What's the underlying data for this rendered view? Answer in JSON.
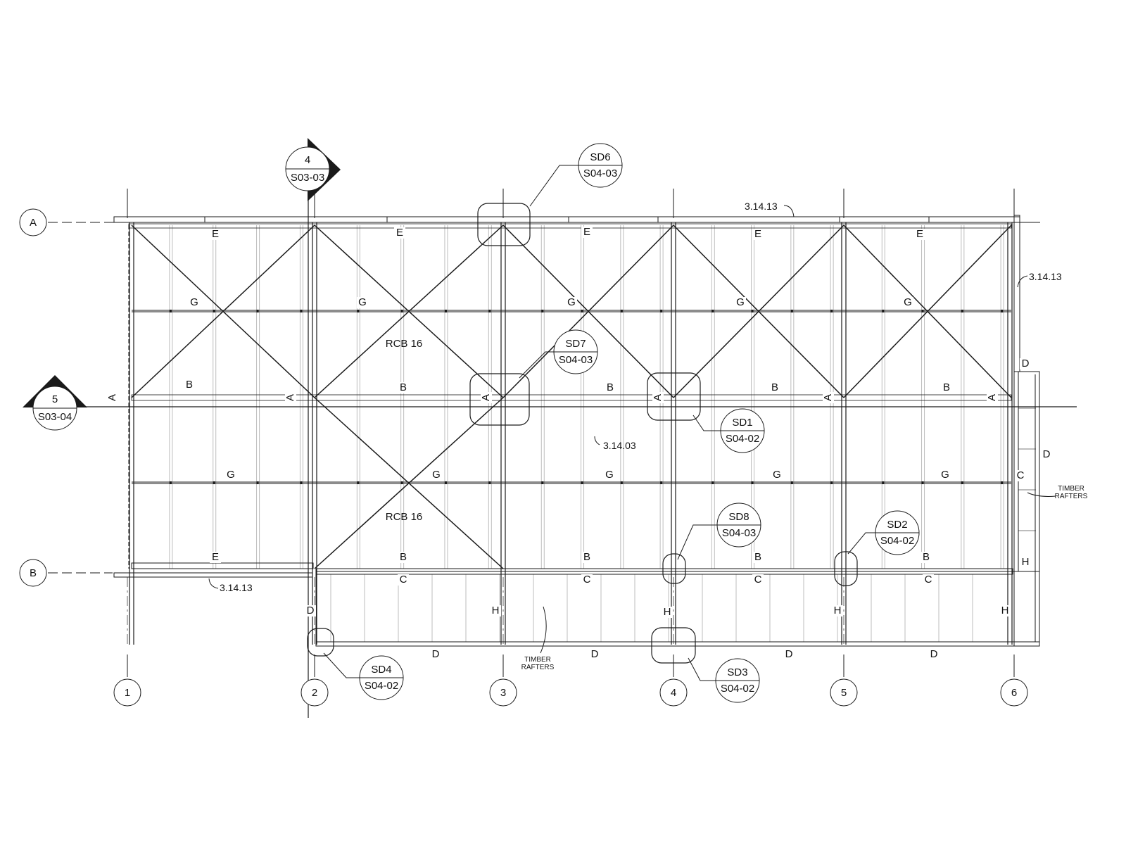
{
  "colors": {
    "line": "#1a1a1a",
    "joist": "#bdbdbd",
    "background": "#ffffff"
  },
  "grid_rows": [
    "A",
    "B"
  ],
  "grid_columns": [
    "1",
    "2",
    "3",
    "4",
    "5",
    "6"
  ],
  "section_markers": [
    {
      "number": "4",
      "sheet": "S03-03"
    },
    {
      "number": "5",
      "sheet": "S03-04"
    }
  ],
  "detail_callouts": [
    {
      "id": "SD6",
      "sheet": "S04-03"
    },
    {
      "id": "SD7",
      "sheet": "S04-03"
    },
    {
      "id": "SD1",
      "sheet": "S04-02"
    },
    {
      "id": "SD8",
      "sheet": "S04-03"
    },
    {
      "id": "SD2",
      "sheet": "S04-02"
    },
    {
      "id": "SD4",
      "sheet": "S04-02"
    },
    {
      "id": "SD3",
      "sheet": "S04-02"
    }
  ],
  "member_labels": [
    "E",
    "E",
    "E",
    "E",
    "E",
    "G",
    "G",
    "G",
    "G",
    "G",
    "RCB 16",
    "RCB 16",
    "B",
    "B",
    "B",
    "B",
    "B",
    "G",
    "G",
    "G",
    "G",
    "G",
    "E",
    "B",
    "B",
    "B",
    "B",
    "C",
    "C",
    "C",
    "C",
    "D",
    "H",
    "H",
    "H",
    "H",
    "D",
    "D",
    "D",
    "D",
    "D",
    "D",
    "C",
    "H"
  ],
  "rotated_labels": [
    "A",
    "A",
    "A",
    "A",
    "A",
    "A"
  ],
  "notes": [
    "3.14.13",
    "3.14.13",
    "3.14.03",
    "3.14.13"
  ],
  "timber_rafters": [
    [
      "TIMBER",
      "RAFTERS"
    ],
    [
      "TIMBER",
      "RAFTERS"
    ]
  ]
}
